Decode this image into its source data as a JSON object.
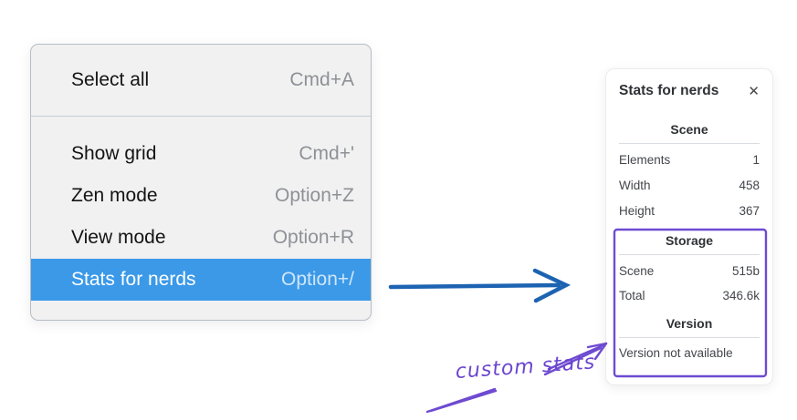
{
  "context_menu": {
    "items": [
      {
        "label": "Select all",
        "shortcut": "Cmd+A",
        "highlighted": false
      },
      {
        "label": "Show grid",
        "shortcut": "Cmd+'",
        "highlighted": false
      },
      {
        "label": "Zen mode",
        "shortcut": "Option+Z",
        "highlighted": false
      },
      {
        "label": "View mode",
        "shortcut": "Option+R",
        "highlighted": false
      },
      {
        "label": "Stats for nerds",
        "shortcut": "Option+/",
        "highlighted": true
      }
    ],
    "highlight_color": "#3b99e8"
  },
  "stats_panel": {
    "title": "Stats for nerds",
    "close_icon": "✕",
    "sections": [
      {
        "header": "Scene",
        "rows": [
          {
            "label": "Elements",
            "value": "1"
          },
          {
            "label": "Width",
            "value": "458"
          },
          {
            "label": "Height",
            "value": "367"
          }
        ]
      },
      {
        "header": "Storage",
        "rows": [
          {
            "label": "Scene",
            "value": "515b"
          },
          {
            "label": "Total",
            "value": "346.6k"
          }
        ]
      },
      {
        "header": "Version",
        "note": "Version not available"
      }
    ]
  },
  "annotations": {
    "custom_stats_label": "custom stats",
    "colors": {
      "pointer_arrow_blue": "#1d63b2",
      "annotation_purple": "#6e4bd1"
    }
  }
}
